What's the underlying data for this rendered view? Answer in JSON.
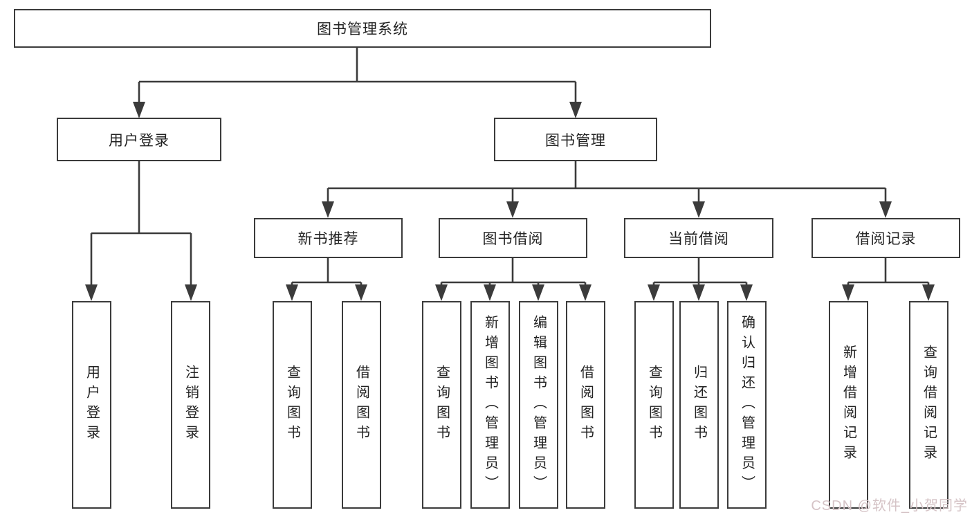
{
  "diagram_type": "hierarchy-tree",
  "tree": {
    "label": "图书管理系统",
    "children": [
      {
        "label": "用户登录",
        "children": [
          {
            "label": "用户登录"
          },
          {
            "label": "注销登录"
          }
        ]
      },
      {
        "label": "图书管理",
        "children": [
          {
            "label": "新书推荐",
            "children": [
              {
                "label": "查询图书"
              },
              {
                "label": "借阅图书"
              }
            ]
          },
          {
            "label": "图书借阅",
            "children": [
              {
                "label": "查询图书"
              },
              {
                "label": "新增图书（管理员）"
              },
              {
                "label": "编辑图书（管理员）"
              },
              {
                "label": "借阅图书"
              }
            ]
          },
          {
            "label": "当前借阅",
            "children": [
              {
                "label": "查询图书"
              },
              {
                "label": "归还图书"
              },
              {
                "label": "确认归还（管理员）"
              }
            ]
          },
          {
            "label": "借阅记录",
            "children": [
              {
                "label": "新增借阅记录"
              },
              {
                "label": "查询借阅记录"
              }
            ]
          }
        ]
      }
    ]
  },
  "watermark": "CSDN @软件_小贺同学",
  "colors": {
    "background": "#ffffff",
    "line": "#3b3b3b",
    "box_border": "#3b3b3b",
    "box_fill": "#ffffff",
    "text": "#222222",
    "watermark": "#d5c3c6"
  }
}
